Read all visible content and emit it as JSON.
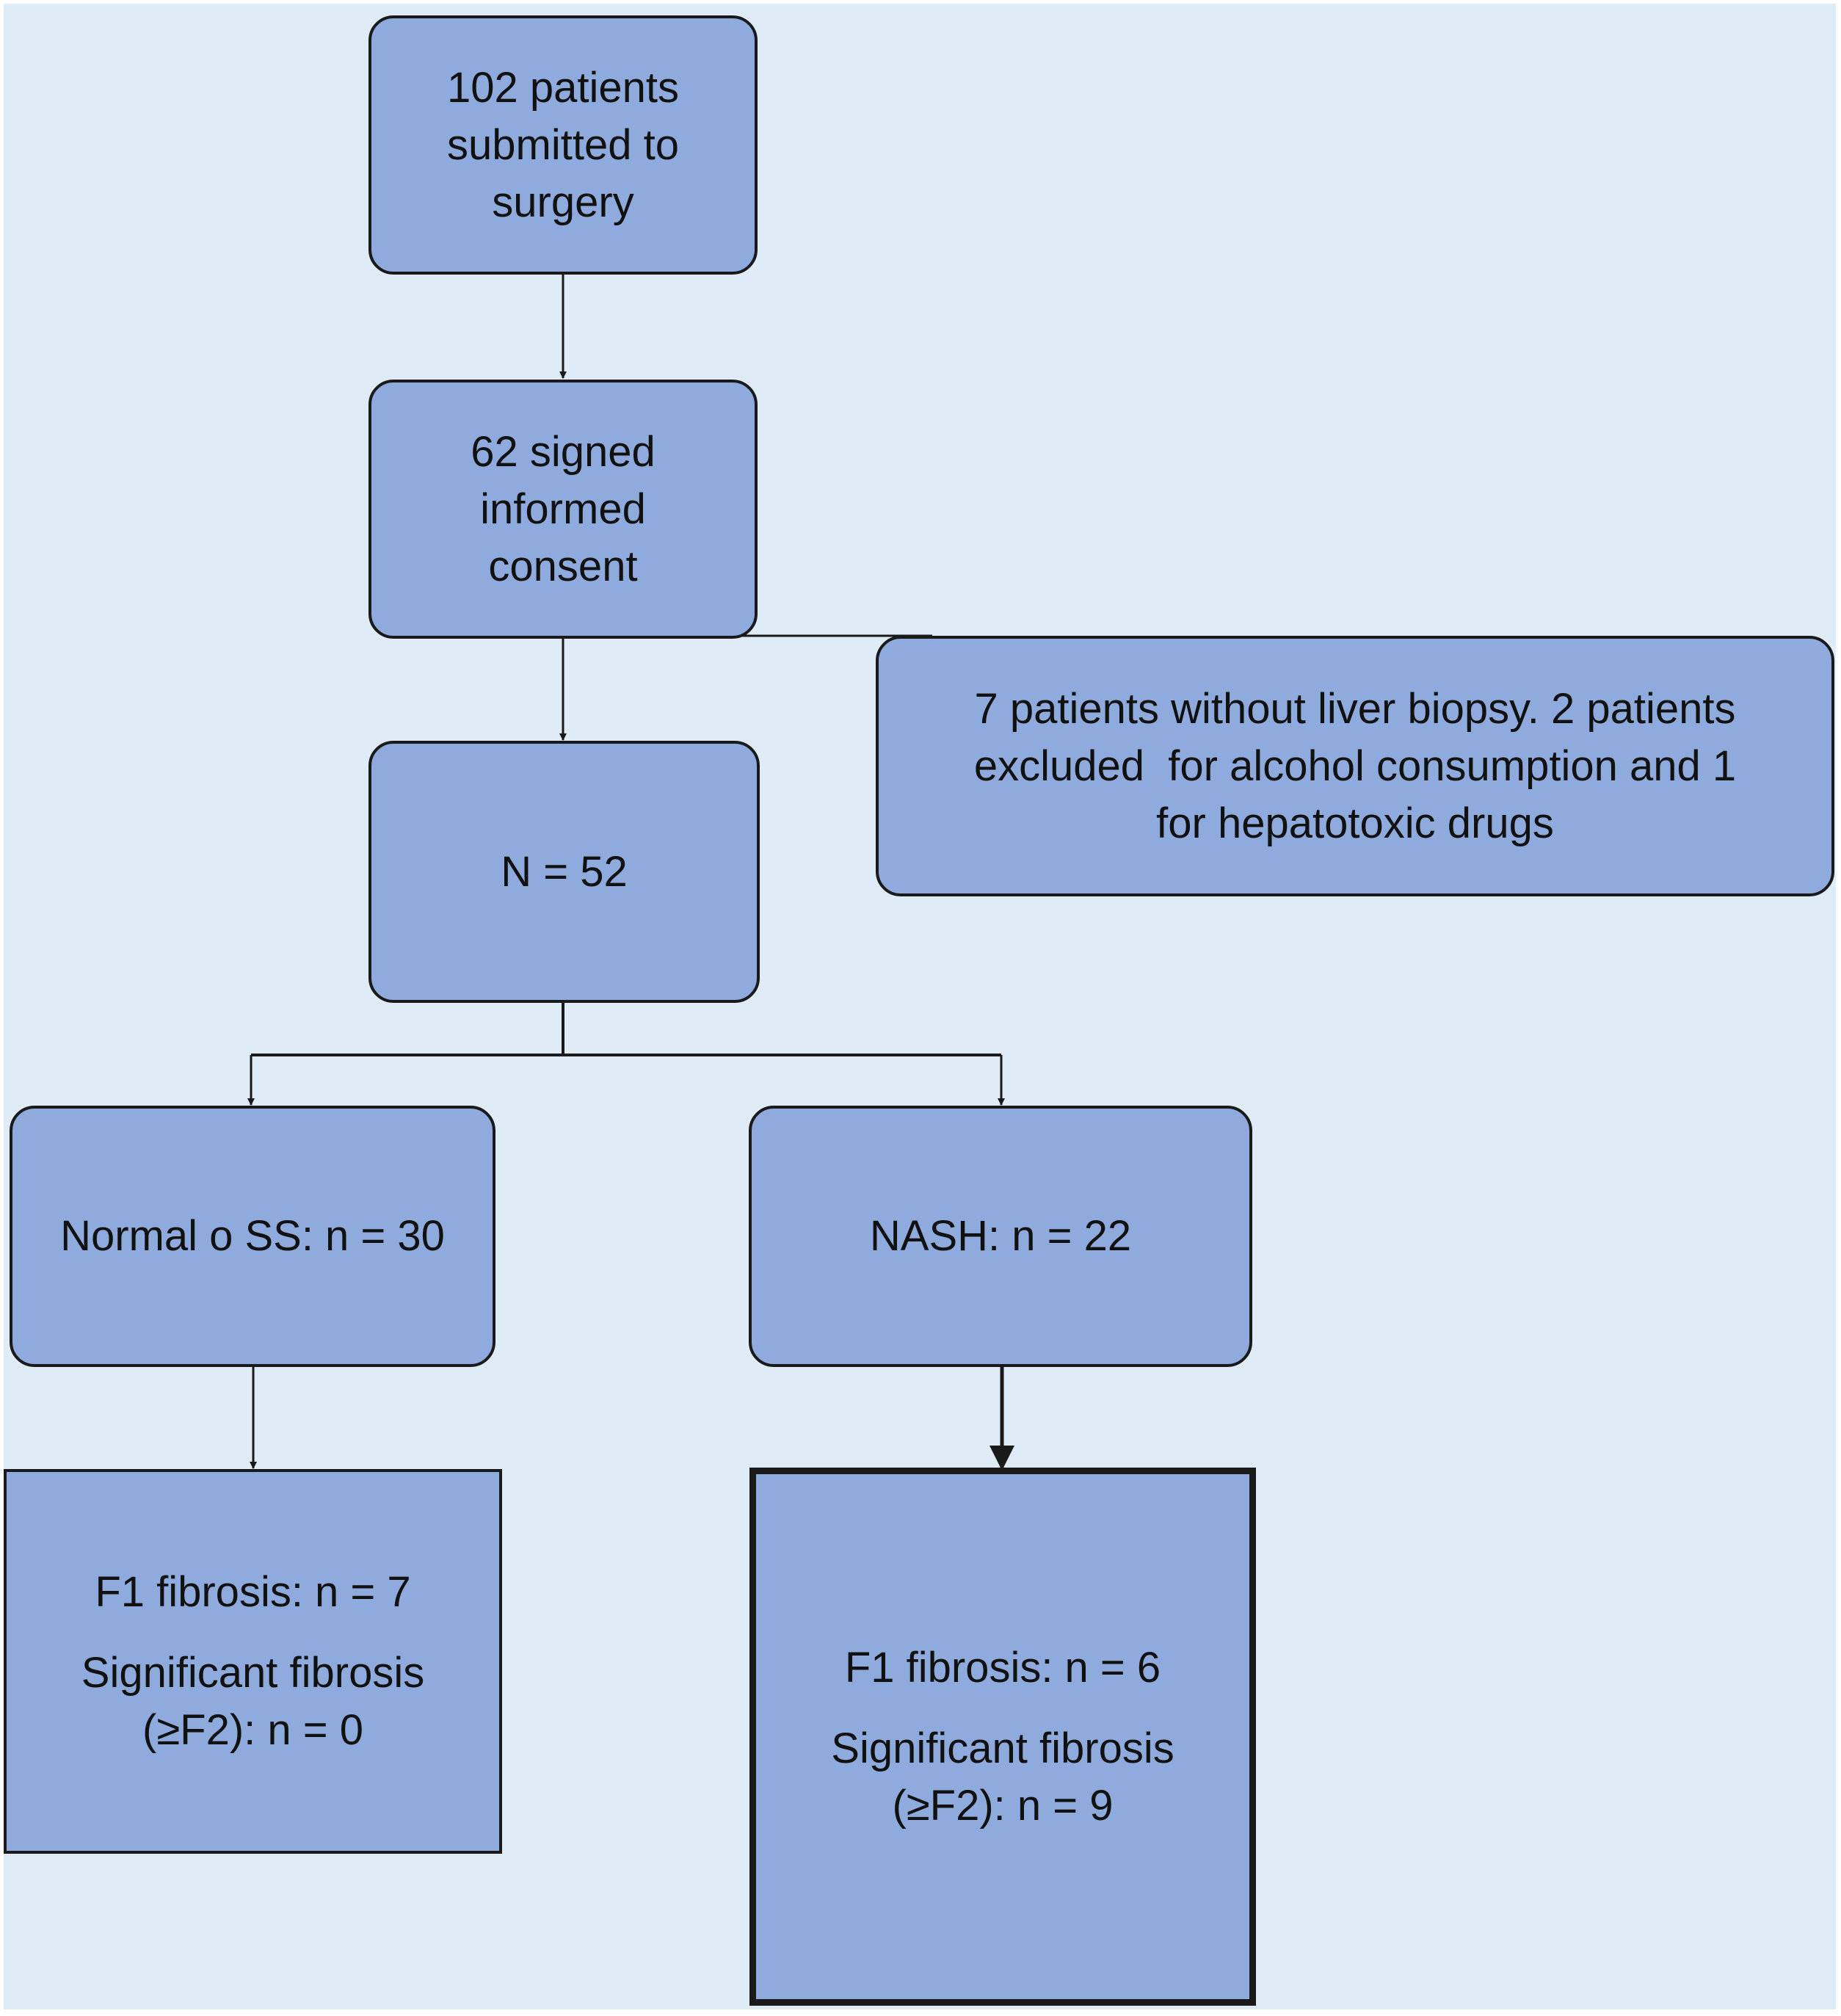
{
  "diagram": {
    "background_color": "#dfebf6",
    "box_fill_color": "#8faadc",
    "border_color": "#1a1a1a",
    "nodes": {
      "surgery": {
        "lines": [
          "102 patients",
          "submitted to",
          "surgery"
        ]
      },
      "consent": {
        "lines": [
          "62 signed",
          "informed",
          "consent"
        ]
      },
      "exclusion": {
        "lines": [
          "7 patients without liver biopsy. 2 patients",
          "excluded  for alcohol consumption and 1",
          "for hepatotoxic drugs"
        ]
      },
      "total": {
        "lines": [
          "N = 52"
        ]
      },
      "normal": {
        "lines": [
          "Normal o SS: n = 30"
        ]
      },
      "nash": {
        "lines": [
          "NASH: n = 22"
        ]
      },
      "normal_fibrosis": {
        "f1": "F1 fibrosis: n = 7",
        "significant": [
          "Significant fibrosis",
          "(≥F2): n = 0"
        ]
      },
      "nash_fibrosis": {
        "f1": "F1 fibrosis: n = 6",
        "significant": [
          "Significant fibrosis",
          "(≥F2): n = 9"
        ]
      }
    }
  }
}
